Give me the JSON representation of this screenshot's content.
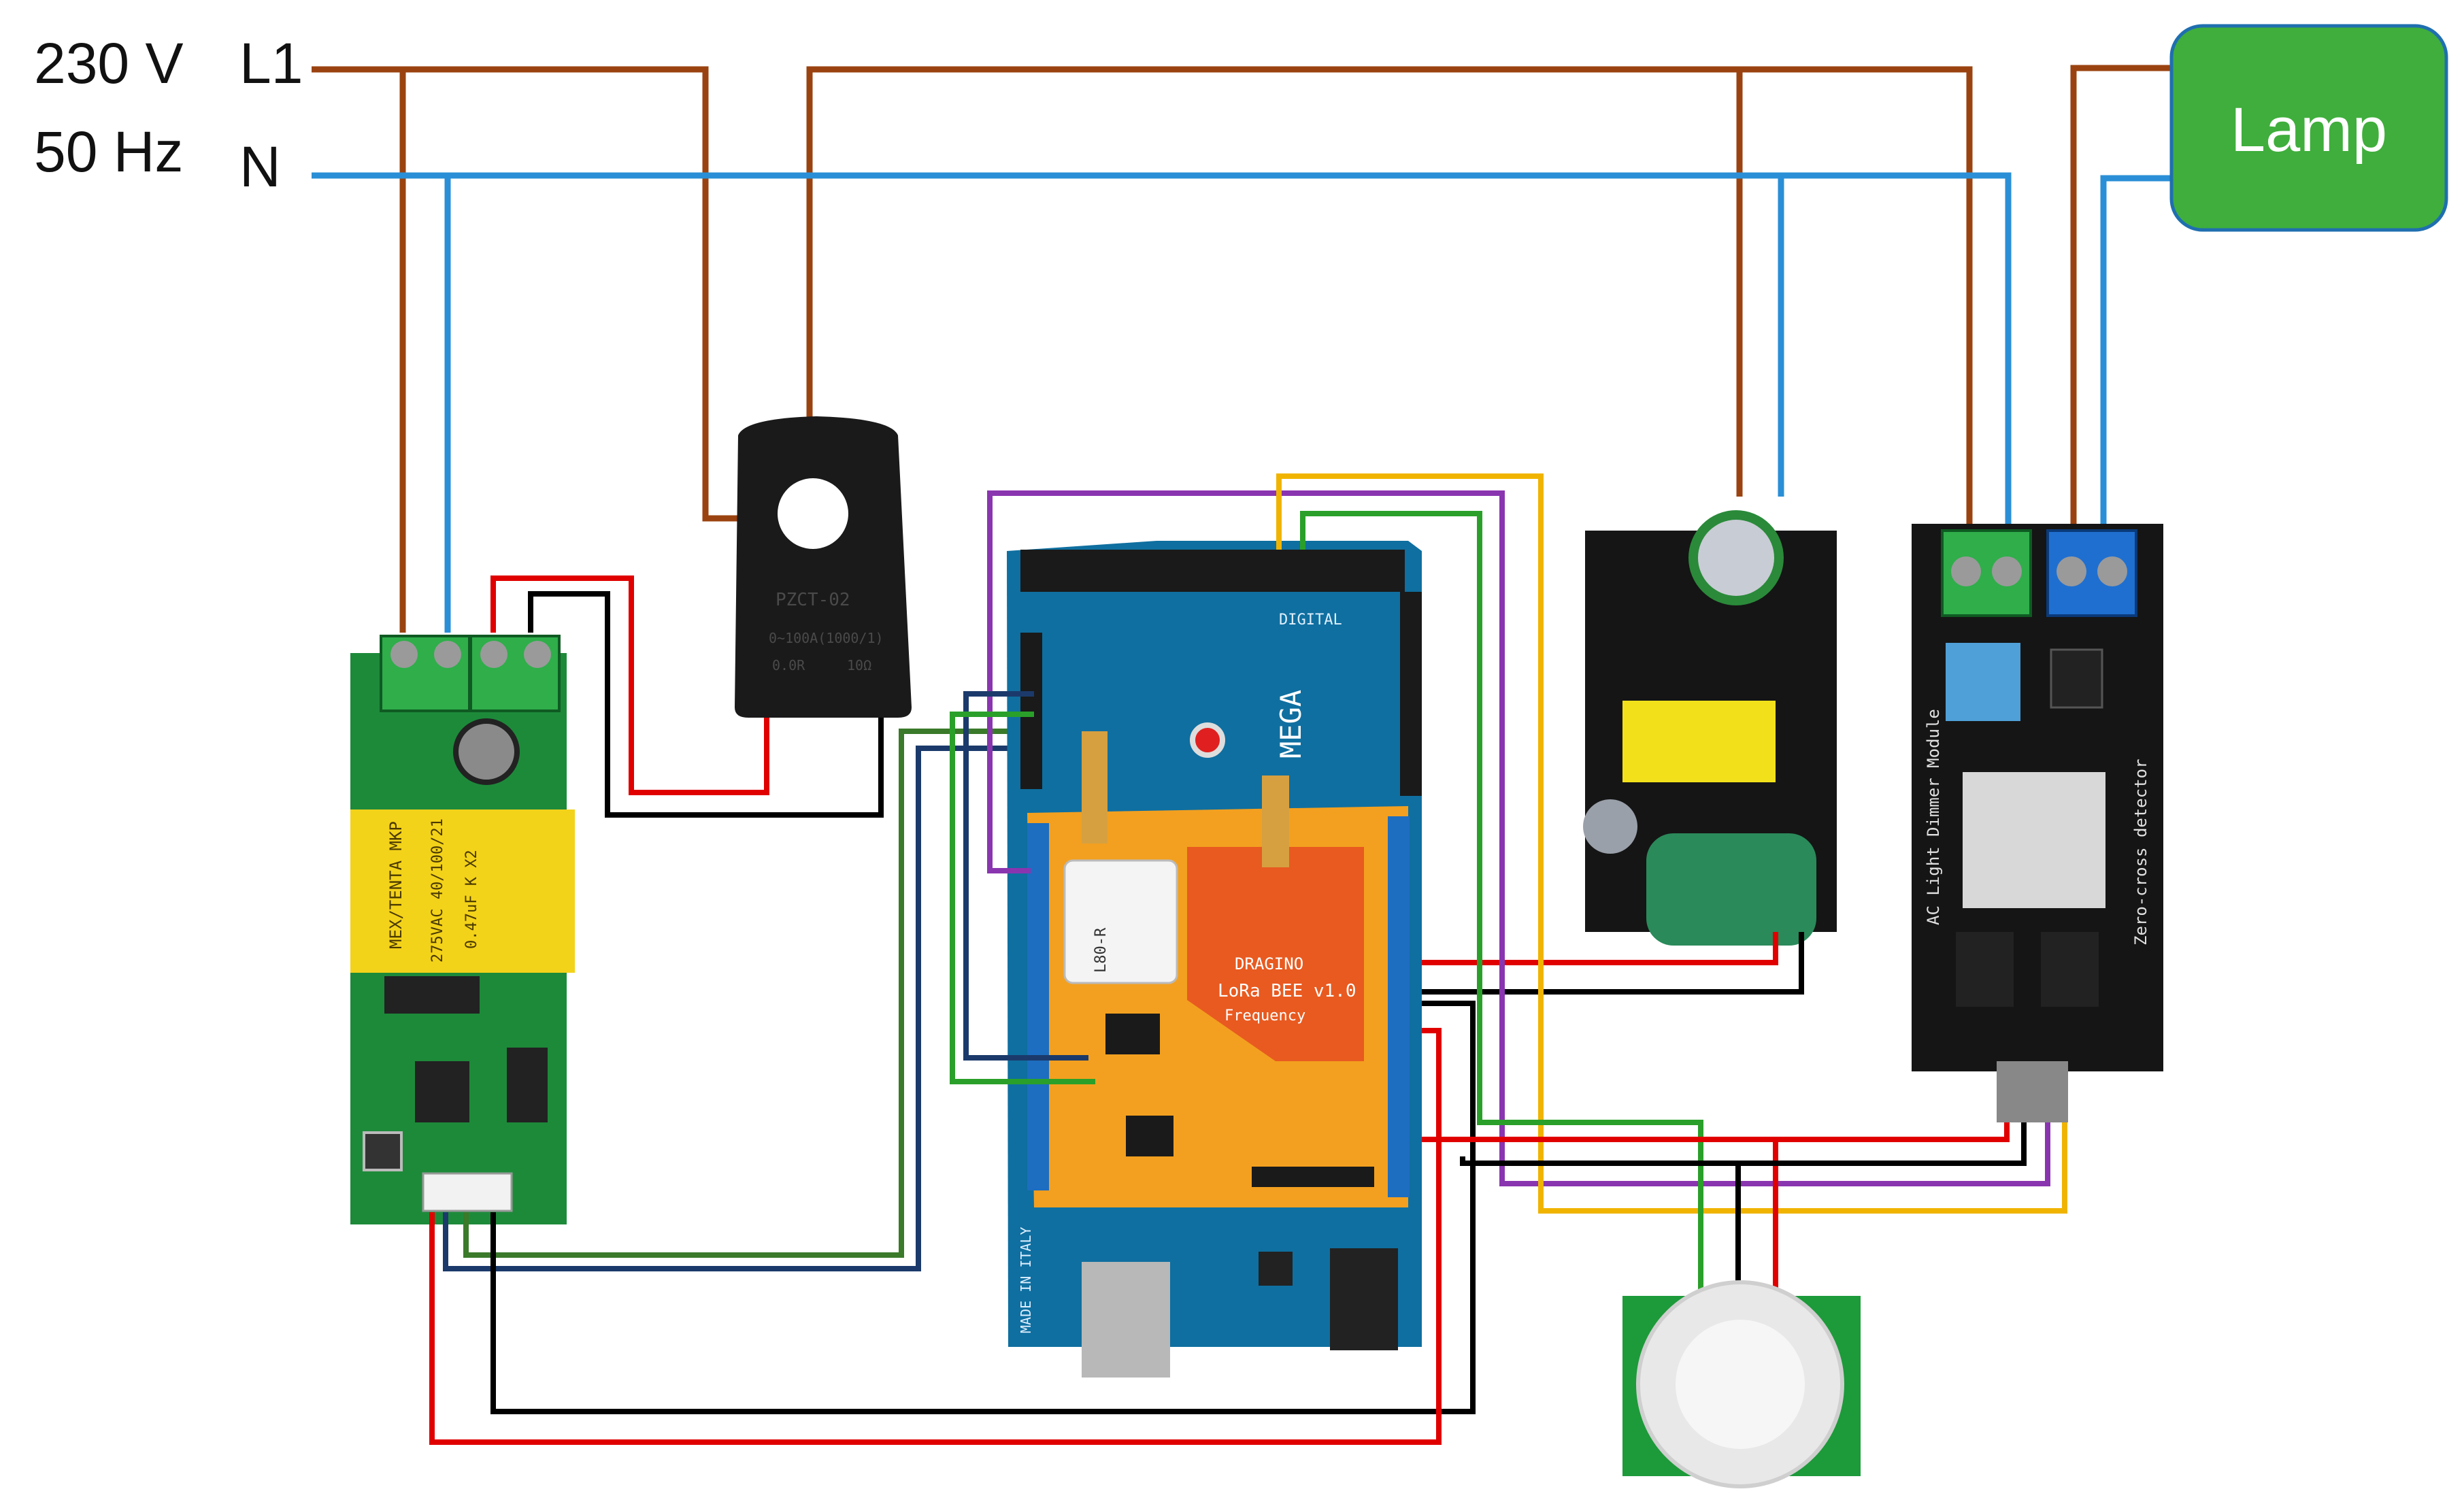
{
  "supply": {
    "voltage": "230 V",
    "frequency": "50 Hz",
    "line_label": "L1",
    "neutral_label": "N"
  },
  "lamp": {
    "label": "Lamp"
  },
  "current_sensor": {
    "line1": "PZCT-02",
    "line2": "0~100A(1000/1)",
    "line3": "0.0R",
    "line4": "10Ω"
  },
  "mega": {
    "label": "MEGA",
    "digital": "DIGITAL",
    "made_in": "MADE IN ITALY"
  },
  "lora_shield": {
    "name": "LoRa BEE v1.0",
    "brand": "DRAGINO",
    "frequency": "Frequency",
    "gps": "L80-R"
  },
  "dimmer": {
    "title": "AC Light Dimmer Module",
    "subtitle": "Zero-cross detector"
  },
  "energy_meter": {
    "cap_text": "MEX/TENTA MKP",
    "cap_text2": "275VAC 40/100/21",
    "cap_text3": "0.47uF K X2"
  },
  "colors": {
    "line": "#9a4310",
    "neutral": "#2a8fd6",
    "signal_red": "#e00000",
    "signal_black": "#000000",
    "signal_green": "#2aa02a",
    "signal_dkgreen": "#3a7a2a",
    "signal_purple": "#8a35b0",
    "signal_yellow": "#f0b400",
    "signal_navy": "#1b3a6b",
    "lamp_fill": "#3fae3c",
    "board_blue": "#0f6fa0",
    "shield_orange": "#f3a020",
    "pcb_green": "#1d8a3a",
    "pcb_black": "#151515"
  }
}
